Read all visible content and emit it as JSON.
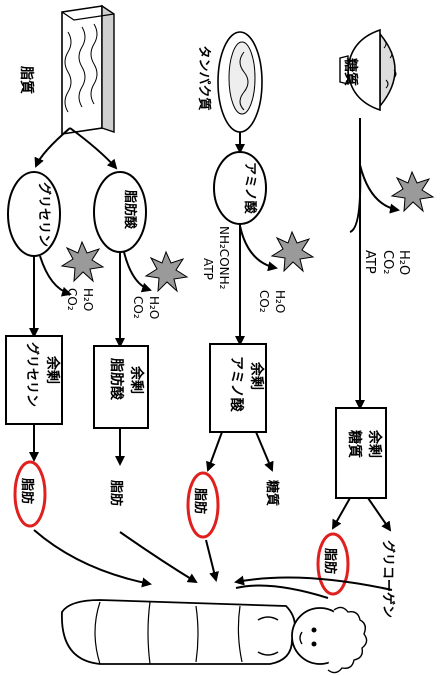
{
  "columns": [
    {
      "id": "sugar",
      "source": "糖質",
      "byproducts_1": [
        "H₂O",
        "CO₂",
        "ATP"
      ],
      "excess": "余剰\n糖質",
      "outputs": [
        "グリコーゲン",
        "脂肪"
      ]
    },
    {
      "id": "protein",
      "source": "タンパク質",
      "intermediate": "アミノ酸",
      "byproducts_1": [
        "H₂O",
        "CO₂",
        "NH₂CONH₂",
        "ATP"
      ],
      "excess": "余剰\nアミノ酸",
      "outputs": [
        "糖質",
        "脂肪"
      ]
    },
    {
      "id": "fat",
      "source": "脂質",
      "intermediates": [
        "脂肪酸",
        "グリセリン"
      ],
      "byproducts_fatty_acid": [
        "H₂O",
        "CO₂"
      ],
      "byproducts_glycerin": [
        "H₂O",
        "CO₂"
      ],
      "excess_fatty_acid": "余剰\n脂肪酸",
      "excess_glycerin": "余剰\nグリセリン",
      "outputs": [
        "脂肪",
        "脂肪"
      ]
    }
  ],
  "highlight_color": "#e0201e",
  "icons": [
    "rice-bowl-icon",
    "meat-icon",
    "fat-block-icon",
    "burst-icon",
    "person-icon"
  ]
}
